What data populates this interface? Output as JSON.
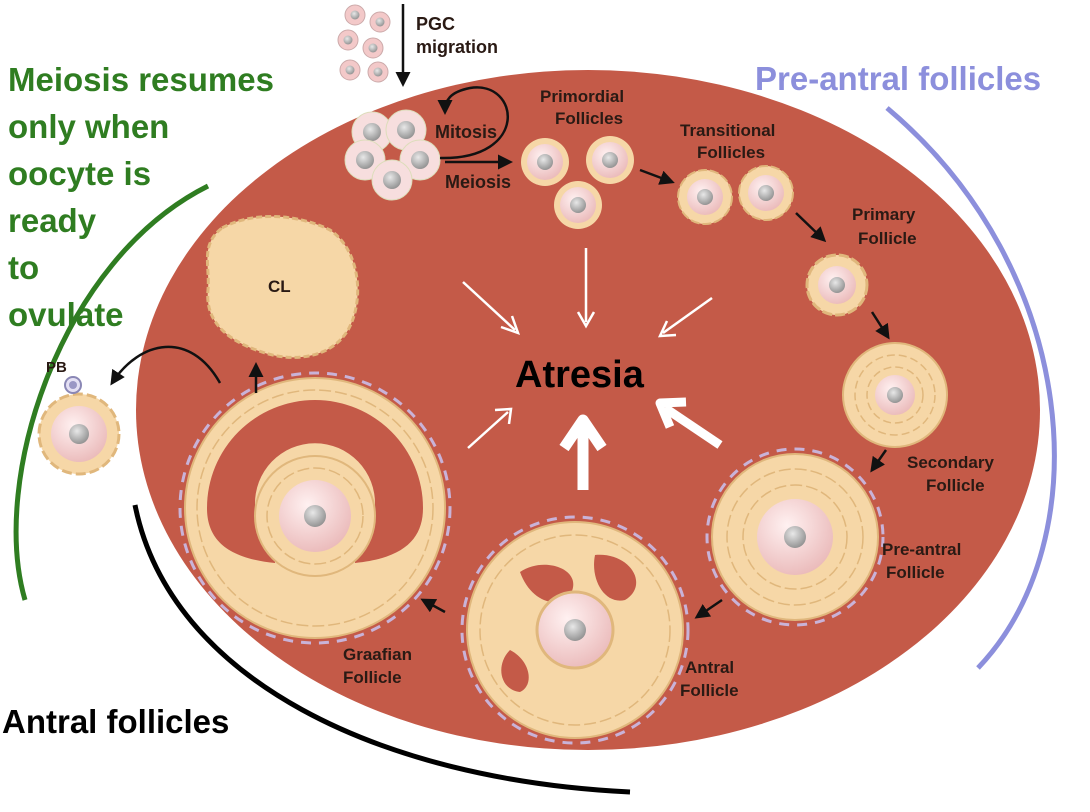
{
  "labels": {
    "pgc_line1": "PGC",
    "pgc_line2": "migration",
    "mitosis": "Mitosis",
    "meiosis": "Meiosis",
    "primordial_line1": "Primordial",
    "primordial_line2": "Follicles",
    "transitional_line1": "Transitional",
    "transitional_line2": "Follicles",
    "primary_line1": "Primary",
    "primary_line2": "Follicle",
    "secondary_line1": "Secondary",
    "secondary_line2": "Follicle",
    "preantral_line1": "Pre-antral",
    "preantral_line2": "Follicle",
    "antral_line1": "Antral",
    "antral_line2": "Follicle",
    "graafian_line1": "Graafian",
    "graafian_line2": "Follicle",
    "cl": "CL",
    "pb": "PB",
    "atresia": "Atresia"
  },
  "side_notes": {
    "meiosis_resumes": [
      "Meiosis resumes",
      "only when",
      "oocyte is",
      "ready",
      "to",
      "ovulate"
    ],
    "pre_antral_follicles": "Pre-antral follicles",
    "antral_follicles": "Antral follicles"
  },
  "colors": {
    "ovary": "#c45a48",
    "granulosa": "#f6d7a7",
    "oocyte": "#f7d3d3",
    "nucleus": "#bdbdbd",
    "green_note": "#2f7d21",
    "blue_note": "#8c8fdc",
    "black_note": "#000000"
  }
}
